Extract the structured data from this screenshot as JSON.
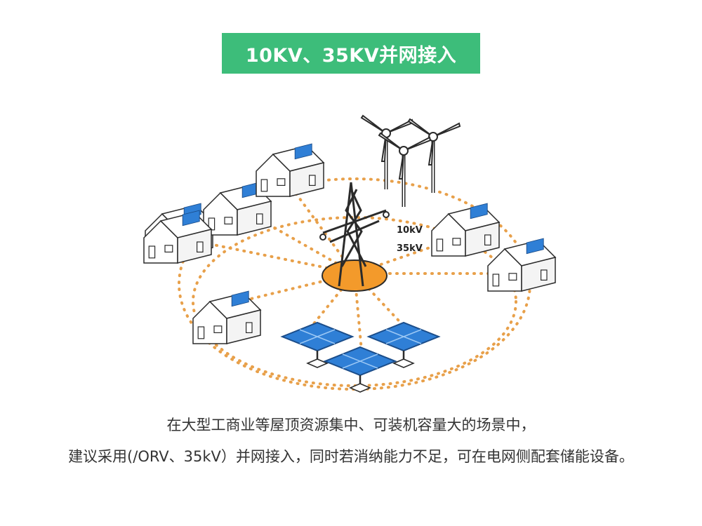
{
  "title": "10KV、35KV并网接入",
  "tower_labels": {
    "line1": "10kV",
    "line2": "35kV"
  },
  "caption": {
    "line1": "在大型工商业等屋顶资源集中、可装机容量大的场景中，",
    "line2": "建议采用(/ORV、35kV）并网接入，同时若消纳能力不足，可在电网侧配套储能设备。"
  },
  "colors": {
    "banner": "#3dbd7a",
    "dots": "#e8a04a",
    "tower_base": "#f39a2b",
    "solar": "#2f7fd6",
    "outline": "#2b2b2b"
  },
  "icons": [
    "house-icon",
    "solar-panel-icon",
    "wind-turbine-icon",
    "transmission-tower-icon"
  ]
}
